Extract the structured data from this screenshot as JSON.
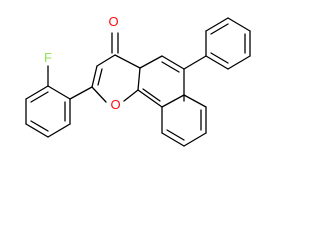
{
  "atoms": {
    "oxygen_carbonyl": "O",
    "oxygen_ring": "O",
    "fluorine": "F"
  },
  "colors": {
    "bond": "#000000",
    "oxygen": "#ff0d0d",
    "fluorine": "#90e050",
    "background": "#ffffff"
  }
}
